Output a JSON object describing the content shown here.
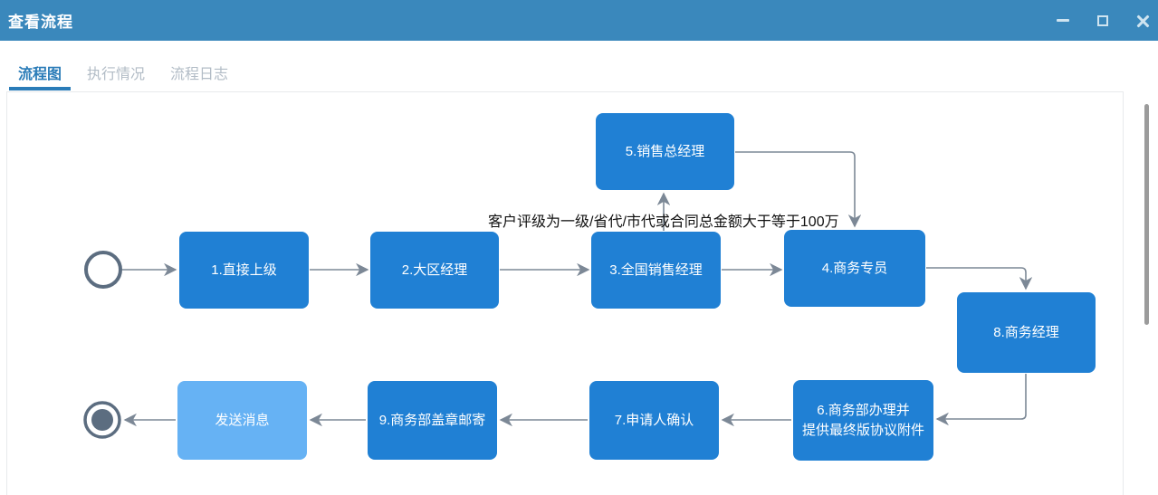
{
  "window": {
    "title": "查看流程",
    "titlebar_color": "#3a88bc",
    "controls": [
      {
        "name": "minimize-icon"
      },
      {
        "name": "maximize-icon"
      },
      {
        "name": "close-icon"
      }
    ]
  },
  "tabs": [
    {
      "label": "流程图",
      "active": true
    },
    {
      "label": "执行情况",
      "active": false
    },
    {
      "label": "流程日志",
      "active": false
    }
  ],
  "flowchart": {
    "annotation": "客户评级为一级/省代/市代或合同总金额大于等于100万",
    "nodes": [
      {
        "id": "1",
        "label": "1.直接上级"
      },
      {
        "id": "2",
        "label": "2.大区经理"
      },
      {
        "id": "3",
        "label": "3.全国销售经理"
      },
      {
        "id": "4",
        "label": "4.商务专员"
      },
      {
        "id": "5",
        "label": "5.销售总经理"
      },
      {
        "id": "6",
        "label": "6.商务部办理并\n提供最终版协议附件"
      },
      {
        "id": "7",
        "label": "7.申请人确认"
      },
      {
        "id": "8",
        "label": "8.商务经理"
      },
      {
        "id": "9",
        "label": "9.商务部盖章邮寄"
      },
      {
        "id": "send",
        "label": "发送消息",
        "variant": "light"
      }
    ],
    "events": [
      {
        "id": "start",
        "type": "start-event"
      },
      {
        "id": "end",
        "type": "end-event"
      }
    ],
    "edges": [
      {
        "from": "start",
        "to": "1"
      },
      {
        "from": "1",
        "to": "2"
      },
      {
        "from": "2",
        "to": "3"
      },
      {
        "from": "3",
        "to": "4"
      },
      {
        "from": "3",
        "to": "5",
        "label": "客户评级为一级/省代/市代或合同总金额大于等于100万"
      },
      {
        "from": "5",
        "to": "4"
      },
      {
        "from": "4",
        "to": "8"
      },
      {
        "from": "8",
        "to": "6"
      },
      {
        "from": "6",
        "to": "7"
      },
      {
        "from": "7",
        "to": "9"
      },
      {
        "from": "9",
        "to": "send"
      },
      {
        "from": "send",
        "to": "end"
      }
    ],
    "colors": {
      "node": "#2080d4",
      "node_light": "#66b2f4",
      "connector": "#7c8896",
      "terminal": "#5c6d80",
      "accent": "#2a7cb8"
    }
  }
}
